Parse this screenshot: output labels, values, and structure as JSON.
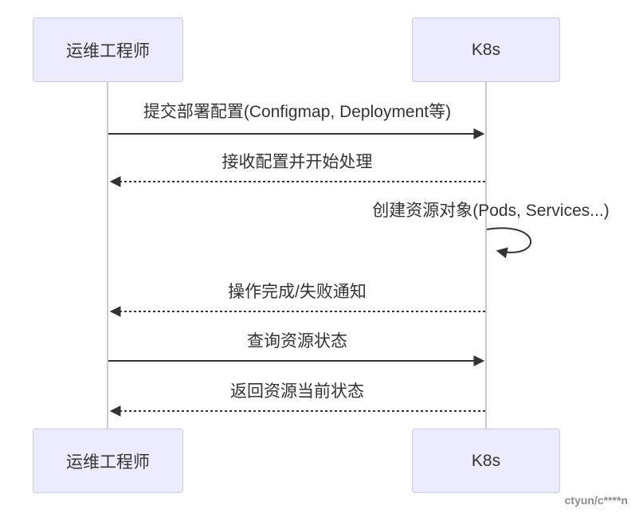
{
  "diagram": {
    "type": "sequence",
    "actors": [
      {
        "id": "ops",
        "label": "运维工程师"
      },
      {
        "id": "k8s",
        "label": "K8s"
      }
    ],
    "messages": [
      {
        "from": "ops",
        "to": "k8s",
        "line": "solid",
        "label": "提交部署配置(Configmap, Deployment等)"
      },
      {
        "from": "k8s",
        "to": "ops",
        "line": "dashed",
        "label": "接收配置并开始处理"
      },
      {
        "from": "k8s",
        "to": "k8s",
        "line": "self",
        "label": "创建资源对象(Pods, Services...)"
      },
      {
        "from": "k8s",
        "to": "ops",
        "line": "dashed",
        "label": "操作完成/失败通知"
      },
      {
        "from": "ops",
        "to": "k8s",
        "line": "solid",
        "label": "查询资源状态"
      },
      {
        "from": "k8s",
        "to": "ops",
        "line": "dashed",
        "label": "返回资源当前状态"
      }
    ],
    "watermark": "ctyun/c****n",
    "colors": {
      "actor_fill": "#ECECFF",
      "actor_border": "#c9c9e3",
      "lifeline": "#c9c9d9",
      "arrow": "#333333",
      "text": "#333333",
      "watermark": "#8c8c8c"
    }
  }
}
